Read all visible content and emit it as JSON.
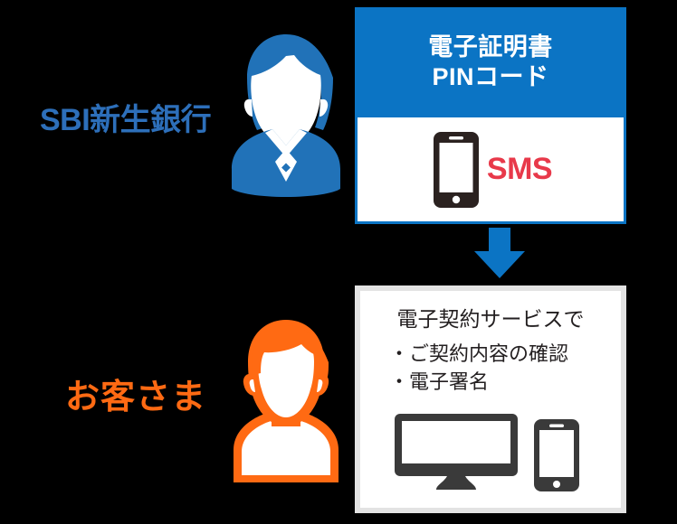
{
  "diagram": {
    "title_alt": "SBI新生銀行 電子契約サービス フロー図",
    "background_color": "#000000"
  },
  "actors": {
    "bank": {
      "label": "SBI新生銀行",
      "color": "#2d6fba",
      "avatar_icon": "female-bank-staff-avatar-icon"
    },
    "customer": {
      "label": "お客さま",
      "color": "#ff6a13",
      "avatar_icon": "male-customer-avatar-icon"
    }
  },
  "auth_panel": {
    "header": {
      "line1": "電子証明書",
      "line2": "PINコード",
      "background_color": "#0b74c4",
      "text_color": "#ffffff"
    },
    "body": {
      "phone_icon": "smartphone-icon",
      "label": "SMS",
      "label_color": "#e8394a",
      "border_color": "#0b74c4",
      "background_color": "#ffffff"
    }
  },
  "arrow": {
    "icon": "arrow-down-icon",
    "color": "#0b74c4",
    "direction": "down"
  },
  "contract_panel": {
    "heading": "電子契約サービスで",
    "items": [
      "・ご契約内容の確認",
      "・電子署名"
    ],
    "devices": [
      "desktop-monitor-icon",
      "smartphone-icon"
    ],
    "device_color": "#3a3a3a",
    "border_color": "#e3e3e3",
    "background_color": "#ffffff"
  }
}
